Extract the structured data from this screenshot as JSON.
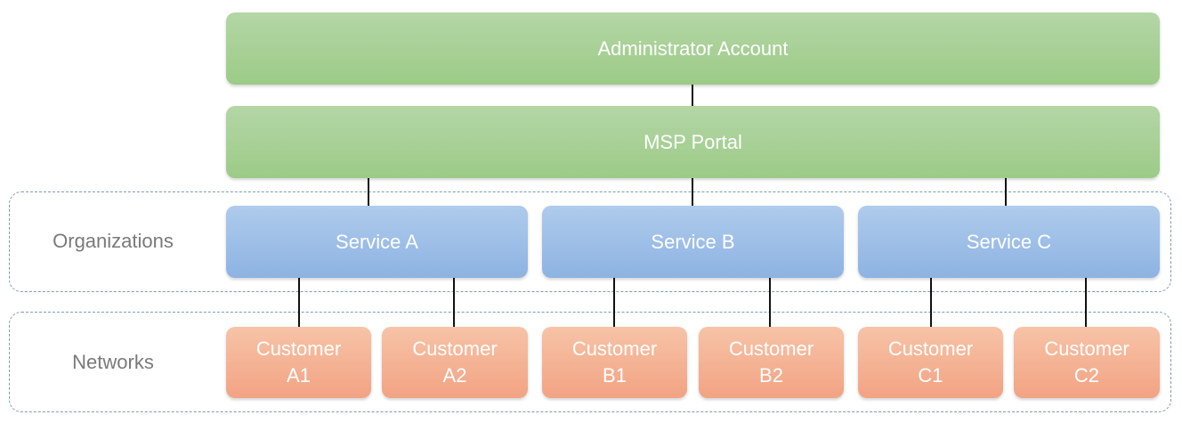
{
  "top": {
    "admin_label": "Administrator Account",
    "portal_label": "MSP Portal"
  },
  "groups": {
    "organizations_label": "Organizations",
    "networks_label": "Networks"
  },
  "services": [
    {
      "label": "Service A"
    },
    {
      "label": "Service B"
    },
    {
      "label": "Service C"
    }
  ],
  "customers": [
    {
      "line1": "Customer",
      "line2": "A1"
    },
    {
      "line1": "Customer",
      "line2": "A2"
    },
    {
      "line1": "Customer",
      "line2": "B1"
    },
    {
      "line1": "Customer",
      "line2": "B2"
    },
    {
      "line1": "Customer",
      "line2": "C1"
    },
    {
      "line1": "Customer",
      "line2": "C2"
    }
  ],
  "colors": {
    "top_node": "#9ccb87",
    "service_node": "#8db3e2",
    "customer_node": "#f2a383",
    "group_border": "#7f9bb3"
  }
}
